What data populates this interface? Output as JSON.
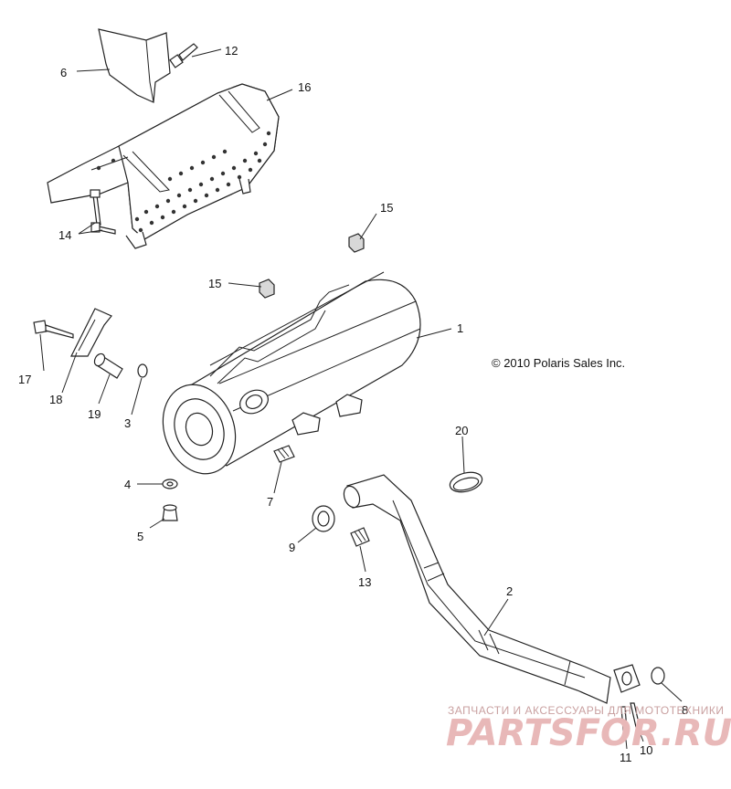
{
  "callouts": {
    "n1": "1",
    "n2": "2",
    "n3": "3",
    "n4": "4",
    "n5": "5",
    "n6": "6",
    "n7": "7",
    "n8": "8",
    "n9": "9",
    "n10": "10",
    "n11": "11",
    "n12": "12",
    "n13": "13",
    "n14": "14",
    "n15a": "15",
    "n15b": "15",
    "n16": "16",
    "n17": "17",
    "n18": "18",
    "n19": "19",
    "n20": "20"
  },
  "copyright": "© 2010 Polaris Sales Inc.",
  "watermark": {
    "tagline": "ЗАПЧАСТИ И АКСЕССУАРЫ ДЛЯ МОТОТЕХНИКИ",
    "logo": "PARTSFOR.RU"
  }
}
